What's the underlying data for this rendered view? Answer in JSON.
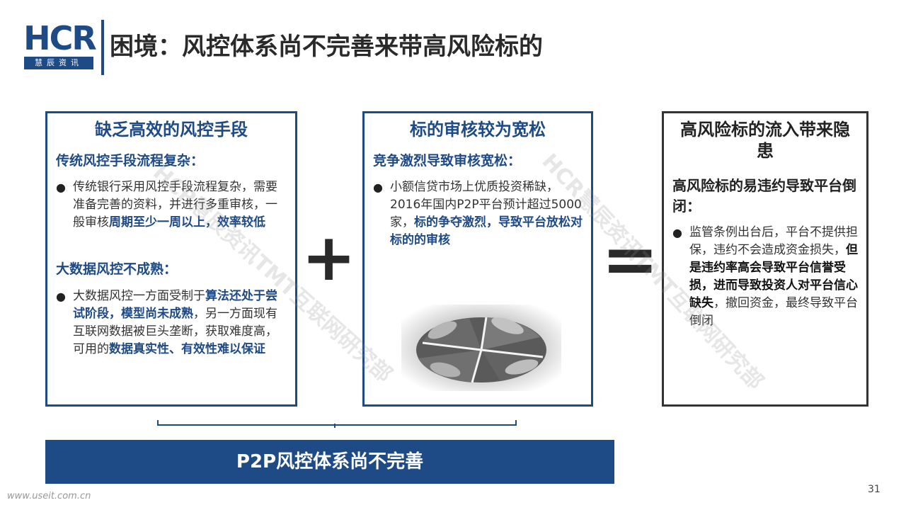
{
  "header": {
    "logo_main": "HCR",
    "logo_sub": "慧辰资讯",
    "title": "困境：风控体系尚不完善来带高风险标的"
  },
  "left_box": {
    "title": "缺乏高效的风控手段",
    "section1_heading": "传统风控手段流程复杂：",
    "section1_text_a": "传统银行采用风控手段流程复杂，需要准备完善的资料，并进行多重审核，一般审核",
    "section1_text_b": "周期至少一周以上，效率较低",
    "section2_heading": "大数据风控不成熟：",
    "section2_text_a": "大数据风控一方面受制于",
    "section2_text_b": "算法还处于尝试阶段，模型尚未成熟",
    "section2_text_c": "，另一方面现有互联网数据被巨头垄断，获取难度高，可用的",
    "section2_text_d": "数据真实性、有效性难以保证"
  },
  "plus_sign": "+",
  "middle_box": {
    "title": "标的审核较为宽松",
    "section_heading": "竞争激烈导致审核宽松：",
    "text_a": "小额信贷市场上优质投资稀缺，2016年国内P2P平台预计超过5000家，",
    "text_b": "标的争夺激烈，导致平台放松对标的的审核"
  },
  "equals_sign": "=",
  "right_box": {
    "title": "高风险标的流入带来隐患",
    "section_heading": "高风险标的易违约导致平台倒闭：",
    "text_a": "监管条例出台后，平台不提供担保，违约不会造成资金损失，",
    "text_b": "但是违约率高会导致平台信誉受损，进而导致投资人对平台信心缺失",
    "text_c": "，撤回资金，最终导致平台倒闭"
  },
  "banner": "P2P风控体系尚不完善",
  "page_number": "31",
  "website": "www.useit.com.cn",
  "watermark": "HCR慧辰资讯TMT互联网研究部",
  "colors": {
    "brand_blue": "#1e4a86",
    "dark_border": "#333333"
  }
}
